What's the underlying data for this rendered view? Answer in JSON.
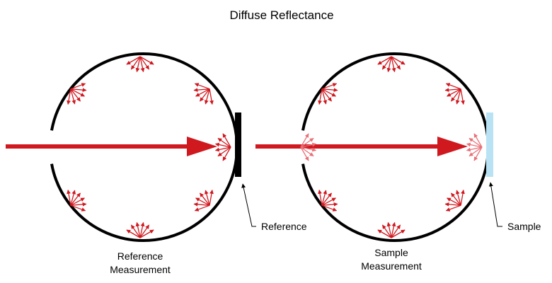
{
  "title": "Diffuse Reflectance",
  "colors": {
    "sphere": "#000000",
    "beam": "#d0181f",
    "scatter": "#d0181f",
    "scatter_faint": "#e87077",
    "reference_plate": "#000000",
    "sample_plate": "#b9e3f5"
  },
  "diagrams": [
    {
      "id": "reference",
      "caption": [
        "Reference",
        "Measurement"
      ],
      "callout": "Reference"
    },
    {
      "id": "sample",
      "caption": [
        "Sample",
        "Measurement"
      ],
      "callout": "Sample"
    }
  ]
}
